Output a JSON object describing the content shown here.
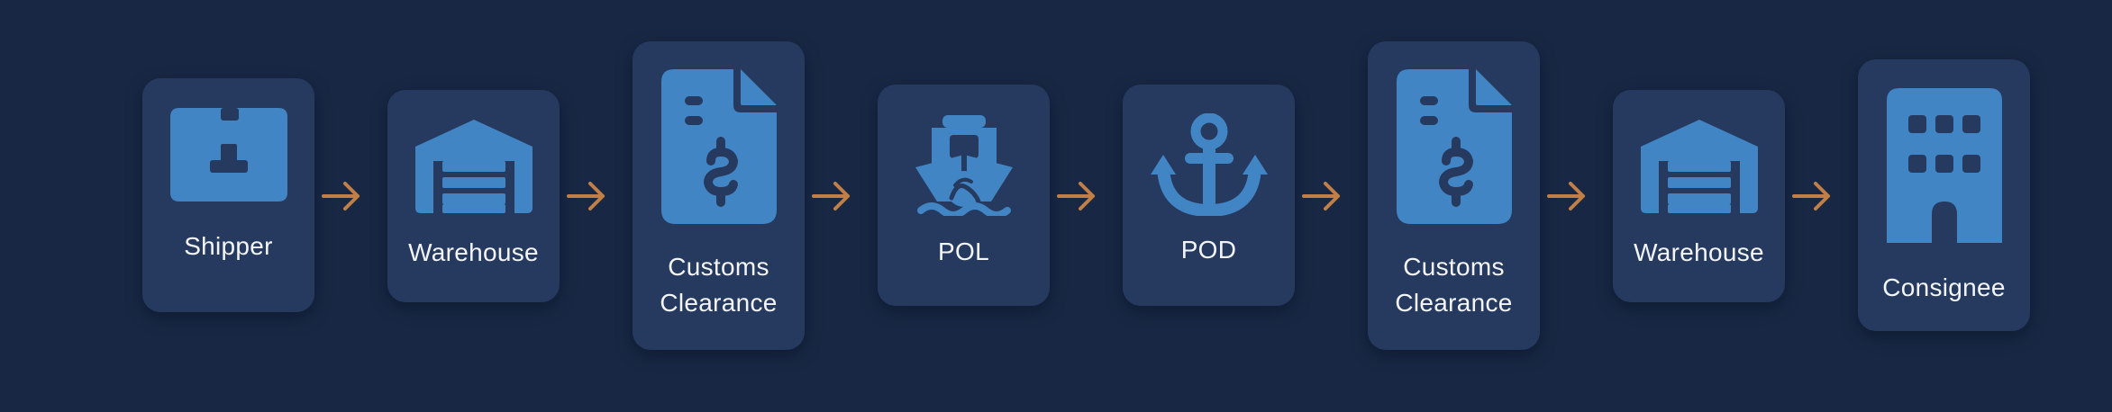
{
  "colors": {
    "background": "#182844",
    "card": "#263a5f",
    "icon": "#4285c5",
    "icon_detail": "#263a5f",
    "arrow": "#c17f47",
    "label": "#f2f5fa"
  },
  "steps": [
    {
      "label": "Shipper",
      "icon": "package-icon"
    },
    {
      "label": "Warehouse",
      "icon": "warehouse-icon"
    },
    {
      "label": "Customs\nClearance",
      "icon": "invoice-dollar-icon"
    },
    {
      "label": "POL",
      "icon": "ship-icon"
    },
    {
      "label": "POD",
      "icon": "anchor-icon"
    },
    {
      "label": "Customs\nClearance",
      "icon": "invoice-dollar-icon"
    },
    {
      "label": "Warehouse",
      "icon": "warehouse-icon"
    },
    {
      "label": "Consignee",
      "icon": "building-icon"
    }
  ],
  "connector_icon": "arrow-right-icon"
}
